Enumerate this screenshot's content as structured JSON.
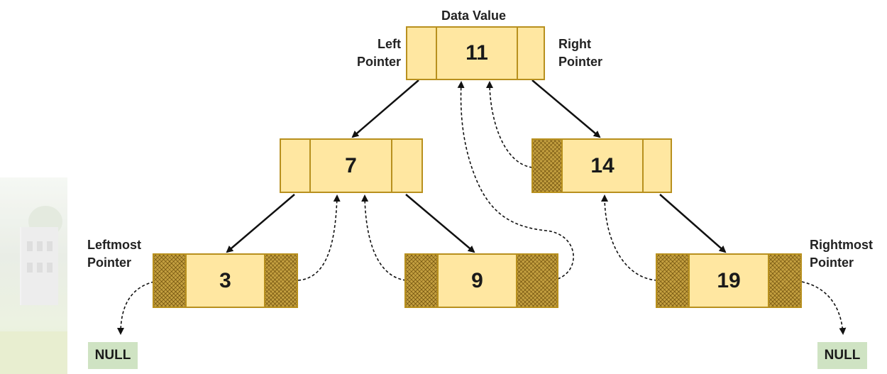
{
  "title": "Data Value",
  "labels": {
    "left_pointer": "Left\nPointer",
    "right_pointer": "Right\nPointer",
    "leftmost_pointer": "Leftmost\nPointer",
    "rightmost_pointer": "Rightmost\nPointer"
  },
  "nodes": {
    "n11": {
      "value": "11"
    },
    "n7": {
      "value": "7"
    },
    "n14": {
      "value": "14"
    },
    "n3": {
      "value": "3"
    },
    "n9": {
      "value": "9"
    },
    "n19": {
      "value": "19"
    }
  },
  "null_left": "NULL",
  "null_right": "NULL",
  "colors": {
    "node_fill": "#ffe7a1",
    "node_border": "#b8901e",
    "thread_pointer_fill": "#c4a040",
    "null_fill": "#cfe3c3",
    "arrow": "#111111"
  }
}
